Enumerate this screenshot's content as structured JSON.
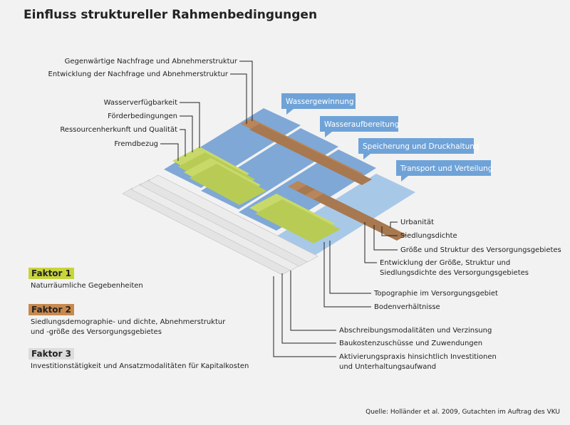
{
  "title": "Einfluss struktureller Rahmenbedingungen",
  "process_stages": [
    "Wassergewinnung",
    "Wasseraufbereitung",
    "Speicherung und Druckhaltung",
    "Transport und Verteilung"
  ],
  "labels_top": [
    "Gegenwärtige Nachfrage und Abnehmerstruktur",
    "Entwicklung der Nachfrage und Abnehmerstruktur",
    "Wasserverfügbarkeit",
    "Förderbedingungen",
    "Ressourcenherkunft und Qualität",
    "Fremdbezug"
  ],
  "labels_right": [
    "Urbanität",
    "Siedlungsdichte",
    "Größe und Struktur des Versorgungsgebietes",
    "Entwicklung der Größe, Struktur und",
    "Siedlungsdichte des Versorgungsgebietes",
    "Topographie im Versorgungsgebiet",
    "Bodenverhältnisse"
  ],
  "labels_bottom": [
    "Abschreibungsmodalitäten und Verzinsung",
    "Baukostenzuschüsse und Zuwendungen",
    "Aktivierungspraxis hinsichtlich Investitionen",
    "und Unterhaltungsaufwand"
  ],
  "factors": [
    {
      "title": "Faktor 1",
      "color": "#c8d43c",
      "lines": [
        "Naturräumliche Gegebenheiten"
      ]
    },
    {
      "title": "Faktor 2",
      "color": "#c8894e",
      "lines": [
        "Siedlungsdemographie- und dichte, Abnehmerstruktur",
        "und -größe des Versorgungsgebietes"
      ]
    },
    {
      "title": "Faktor 3",
      "color": "#dcdcdc",
      "lines": [
        "Investitionstätigkeit und Ansatzmodalitäten für Kapitalkosten"
      ]
    }
  ],
  "colors": {
    "plate_blue": "#7fa8d6",
    "plate_light_blue": "#a8c8e8",
    "stage_label_bg": "#6fa3d8",
    "factor1_bar": "#c8d96a",
    "factor2_bar": "#b8865a",
    "factor3_bar": "#e4e4e4"
  },
  "source": "Quelle: Holländer et al. 2009, Gutachten im Auftrag des VKU"
}
